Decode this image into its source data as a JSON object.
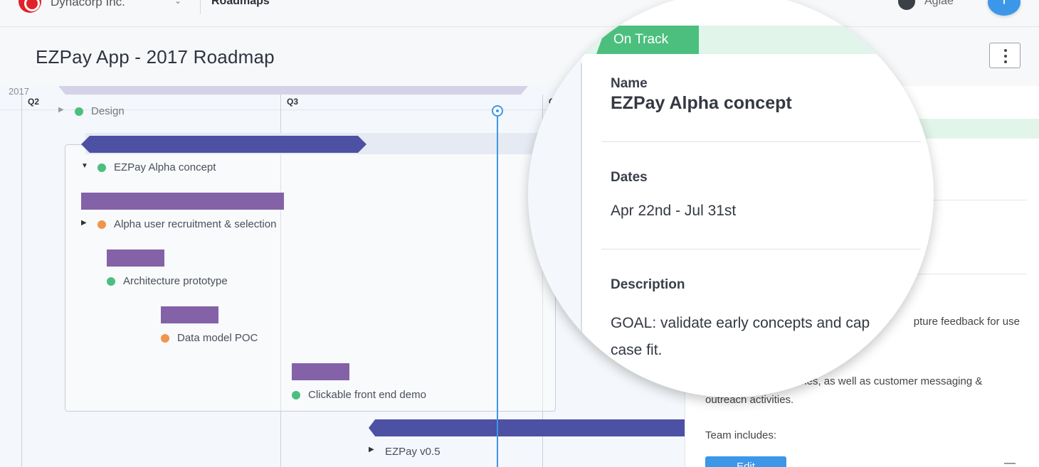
{
  "topbar": {
    "org_name": "Dynacorp Inc.",
    "org_caret": "⌄",
    "breadcrumb": "Roadmaps",
    "user_name": "Aglae",
    "add_button": "+"
  },
  "header": {
    "title": "EZPay App - 2017 Roadmap"
  },
  "timeline": {
    "year": "2017",
    "quarters": [
      "Q2",
      "Q3",
      "Q"
    ],
    "rows": {
      "design": "Design",
      "alpha_concept": "EZPay Alpha concept",
      "recruitment": "Alpha user recruitment & selection",
      "architecture": "Architecture prototype",
      "data_model": "Data model POC",
      "clickable_demo": "Clickable front end demo",
      "v05": "EZPay v0.5"
    },
    "caret_expanded": "▼",
    "caret_collapsed": "▶"
  },
  "panel": {
    "description_tail": "pture feedback for use",
    "description2": "operational deliverables, as well as customer messaging & outreach activities.",
    "team_label": "Team includes:",
    "edit_button": "Edit"
  },
  "magnifier": {
    "status": "On Track",
    "name_label": "Name",
    "name_value": "EZPay Alpha concept",
    "dates_label": "Dates",
    "dates_value": "Apr 22nd - Jul 31st",
    "description_label": "Description",
    "description_line1": "GOAL: validate early concepts and cap",
    "description_line2": "case fit."
  },
  "colors": {
    "brand": "#e0222b",
    "accent": "#3c97e8",
    "milestone_bar": "#4d51a3",
    "task_bar": "#8462a8",
    "status_on_track": "#4cbf7f",
    "status_at_risk": "#f0964a"
  },
  "icons": [
    "logo-icon",
    "chevron-down-icon",
    "avatar-icon",
    "plus-icon",
    "kebab-menu-icon",
    "today-marker-icon",
    "trash-icon"
  ]
}
